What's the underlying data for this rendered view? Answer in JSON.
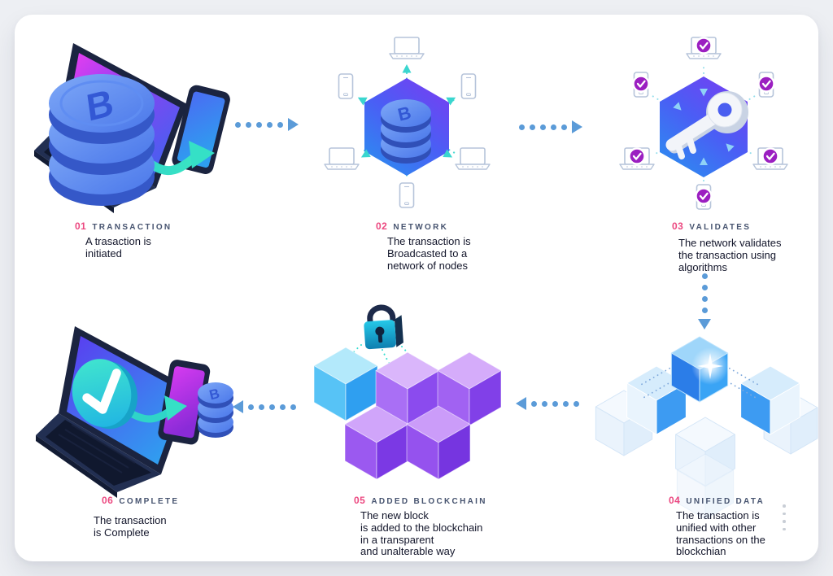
{
  "colors": {
    "page_background": "#edeff3",
    "card_background": "#ffffff",
    "step_number": "#ec4880",
    "step_label": "#46536f",
    "body_text": "#12152a",
    "arrow_blue": "#5b9bd8",
    "teal_accent": "#2fd5c8",
    "badge_purple": "#9b1fc1",
    "hexagon_gradient_start": "#7440f2",
    "hexagon_gradient_end": "#2e8af0",
    "cube_purple": "#9a58f0",
    "cube_blue": "#2fa0f0"
  },
  "icons": {
    "coin_symbol": "B"
  },
  "steps": [
    {
      "number": "01",
      "label": "TRANSACTION",
      "description": "A trasaction is\ninitiated",
      "icon": "laptop-coins-to-phone-icon"
    },
    {
      "number": "02",
      "label": "NETWORK",
      "description": "The transaction is\nBroadcasted to a\nnetwork of nodes",
      "icon": "hexagon-network-icon"
    },
    {
      "number": "03",
      "label": "VALIDATES",
      "description": "The network validates\nthe transaction using\nalgorithms",
      "icon": "hexagon-key-validation-icon"
    },
    {
      "number": "04",
      "label": "UNIFIED DATA",
      "description": "The transaction is\nunified with other\ntransactions on the\nblockchian",
      "icon": "linked-blue-cubes-icon"
    },
    {
      "number": "05",
      "label": "ADDED BLOCKCHAIN",
      "description": "The new block\nis added to the blockchain\nin a transparent\nand unalterable way",
      "icon": "padlock-cubes-icon"
    },
    {
      "number": "06",
      "label": "COMPLETE",
      "description": "The transaction\nis Complete",
      "icon": "laptop-checkmark-phone-icon"
    }
  ]
}
